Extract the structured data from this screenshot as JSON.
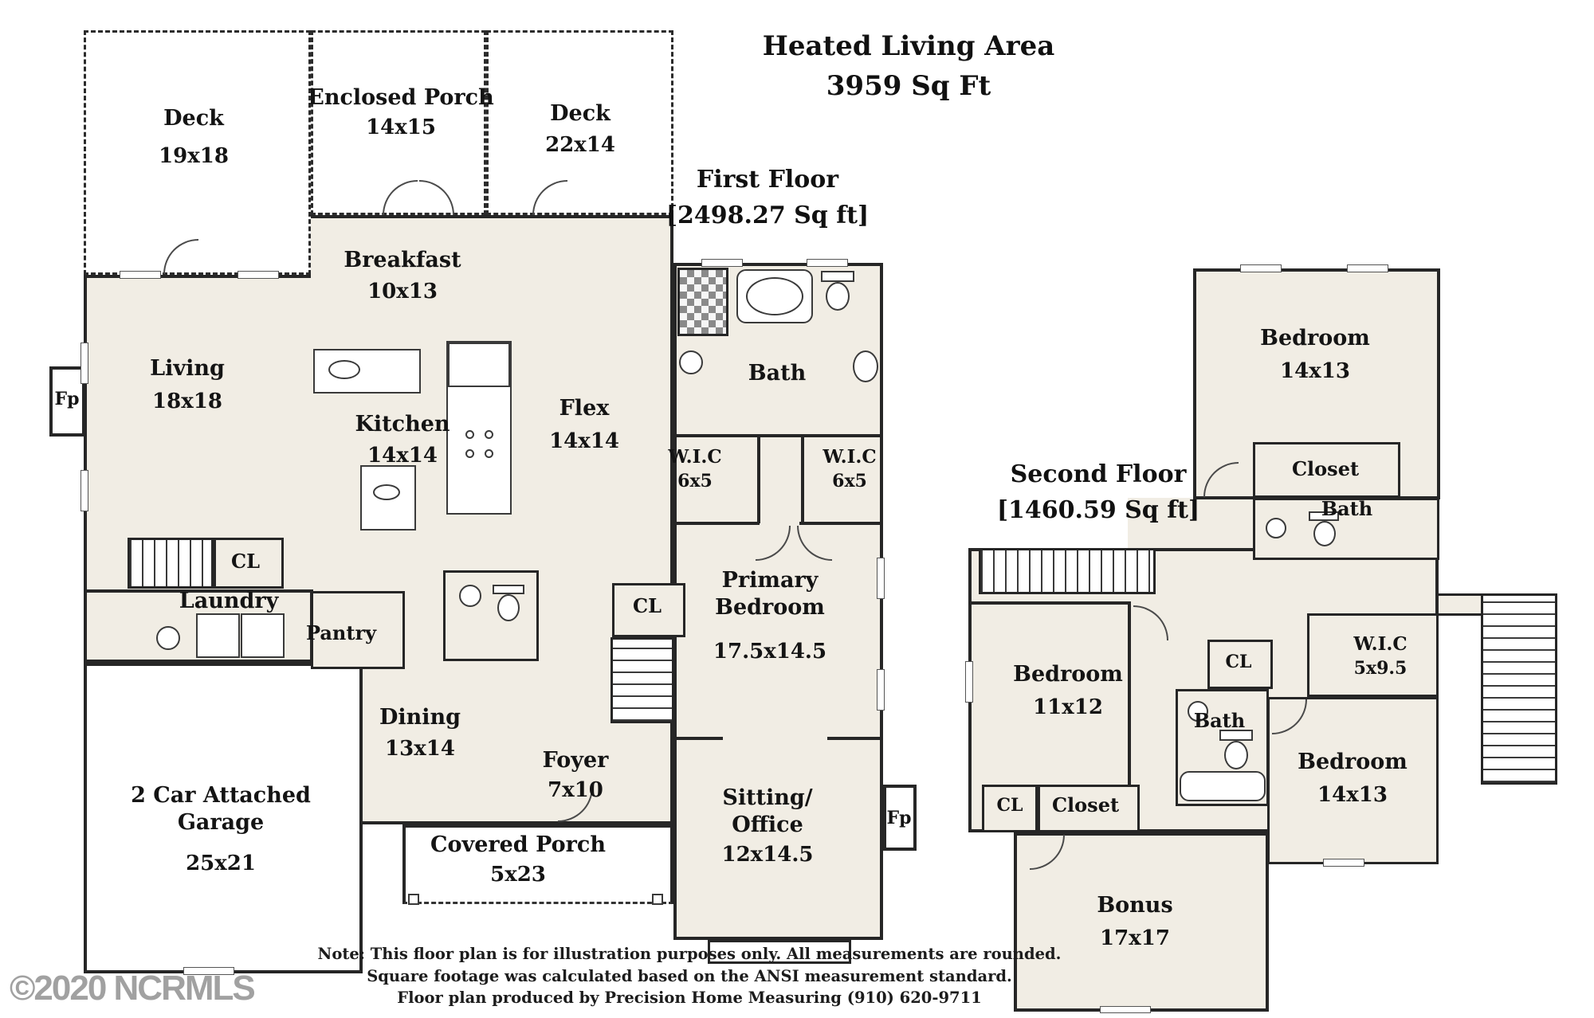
{
  "title": {
    "line1": "Heated Living Area",
    "line2": "3959 Sq Ft"
  },
  "floors": {
    "first": {
      "label": "First Floor",
      "area": "[2498.27 Sq ft]"
    },
    "second": {
      "label": "Second Floor",
      "area": "[1460.59 Sq ft]"
    }
  },
  "first_floor": {
    "deck_left": {
      "name": "Deck",
      "dims": "19x18"
    },
    "enclosed_porch": {
      "name": "Enclosed Porch",
      "dims": "14x15"
    },
    "deck_right": {
      "name": "Deck",
      "dims": "22x14"
    },
    "breakfast": {
      "name": "Breakfast",
      "dims": "10x13"
    },
    "living": {
      "name": "Living",
      "dims": "18x18"
    },
    "kitchen": {
      "name": "Kitchen",
      "dims": "14x14"
    },
    "flex": {
      "name": "Flex",
      "dims": "14x14"
    },
    "bath": {
      "name": "Bath"
    },
    "wic_left": {
      "name": "W.I.C",
      "dims": "6x5"
    },
    "wic_right": {
      "name": "W.I.C",
      "dims": "6x5"
    },
    "fireplace_left": {
      "name": "Fp"
    },
    "closet_stairs": {
      "name": "CL"
    },
    "laundry": {
      "name": "Laundry"
    },
    "pantry": {
      "name": "Pantry"
    },
    "closet_hall": {
      "name": "CL"
    },
    "primary_bedroom": {
      "name": "Primary Bedroom",
      "dims": "17.5x14.5"
    },
    "dining": {
      "name": "Dining",
      "dims": "13x14"
    },
    "foyer": {
      "name": "Foyer",
      "dims": "7x10"
    },
    "sitting_office": {
      "name": "Sitting/ Office",
      "dims": "12x14.5"
    },
    "fireplace_right": {
      "name": "Fp"
    },
    "covered_porch": {
      "name": "Covered Porch",
      "dims": "5x23"
    },
    "garage": {
      "name": "2 Car Attached Garage",
      "dims": "25x21"
    }
  },
  "second_floor": {
    "bedroom_top": {
      "name": "Bedroom",
      "dims": "14x13"
    },
    "closet_top": {
      "name": "Closet"
    },
    "bath_top": {
      "name": "Bath"
    },
    "wic": {
      "name": "W.I.C",
      "dims": "5x9.5"
    },
    "closet_hall": {
      "name": "CL"
    },
    "bedroom_left": {
      "name": "Bedroom",
      "dims": "11x12"
    },
    "bath_mid": {
      "name": "Bath"
    },
    "bedroom_right": {
      "name": "Bedroom",
      "dims": "14x13"
    },
    "closet_small": {
      "name": "CL"
    },
    "closet_left": {
      "name": "Closet"
    },
    "bonus": {
      "name": "Bonus",
      "dims": "17x17"
    }
  },
  "notes": {
    "line1": "Note: This floor plan is for illustration purposes only. All measurements are rounded.",
    "line2": "Square footage was calculated based on the ANSI measurement standard.",
    "line3": "Floor plan produced by Precision Home Measuring (910) 620-9711"
  },
  "watermark": "©2020 NCRMLS",
  "colors": {
    "wall": "#262626",
    "heated_fill": "#f1ede4",
    "unheated_fill": "#ffffff"
  }
}
